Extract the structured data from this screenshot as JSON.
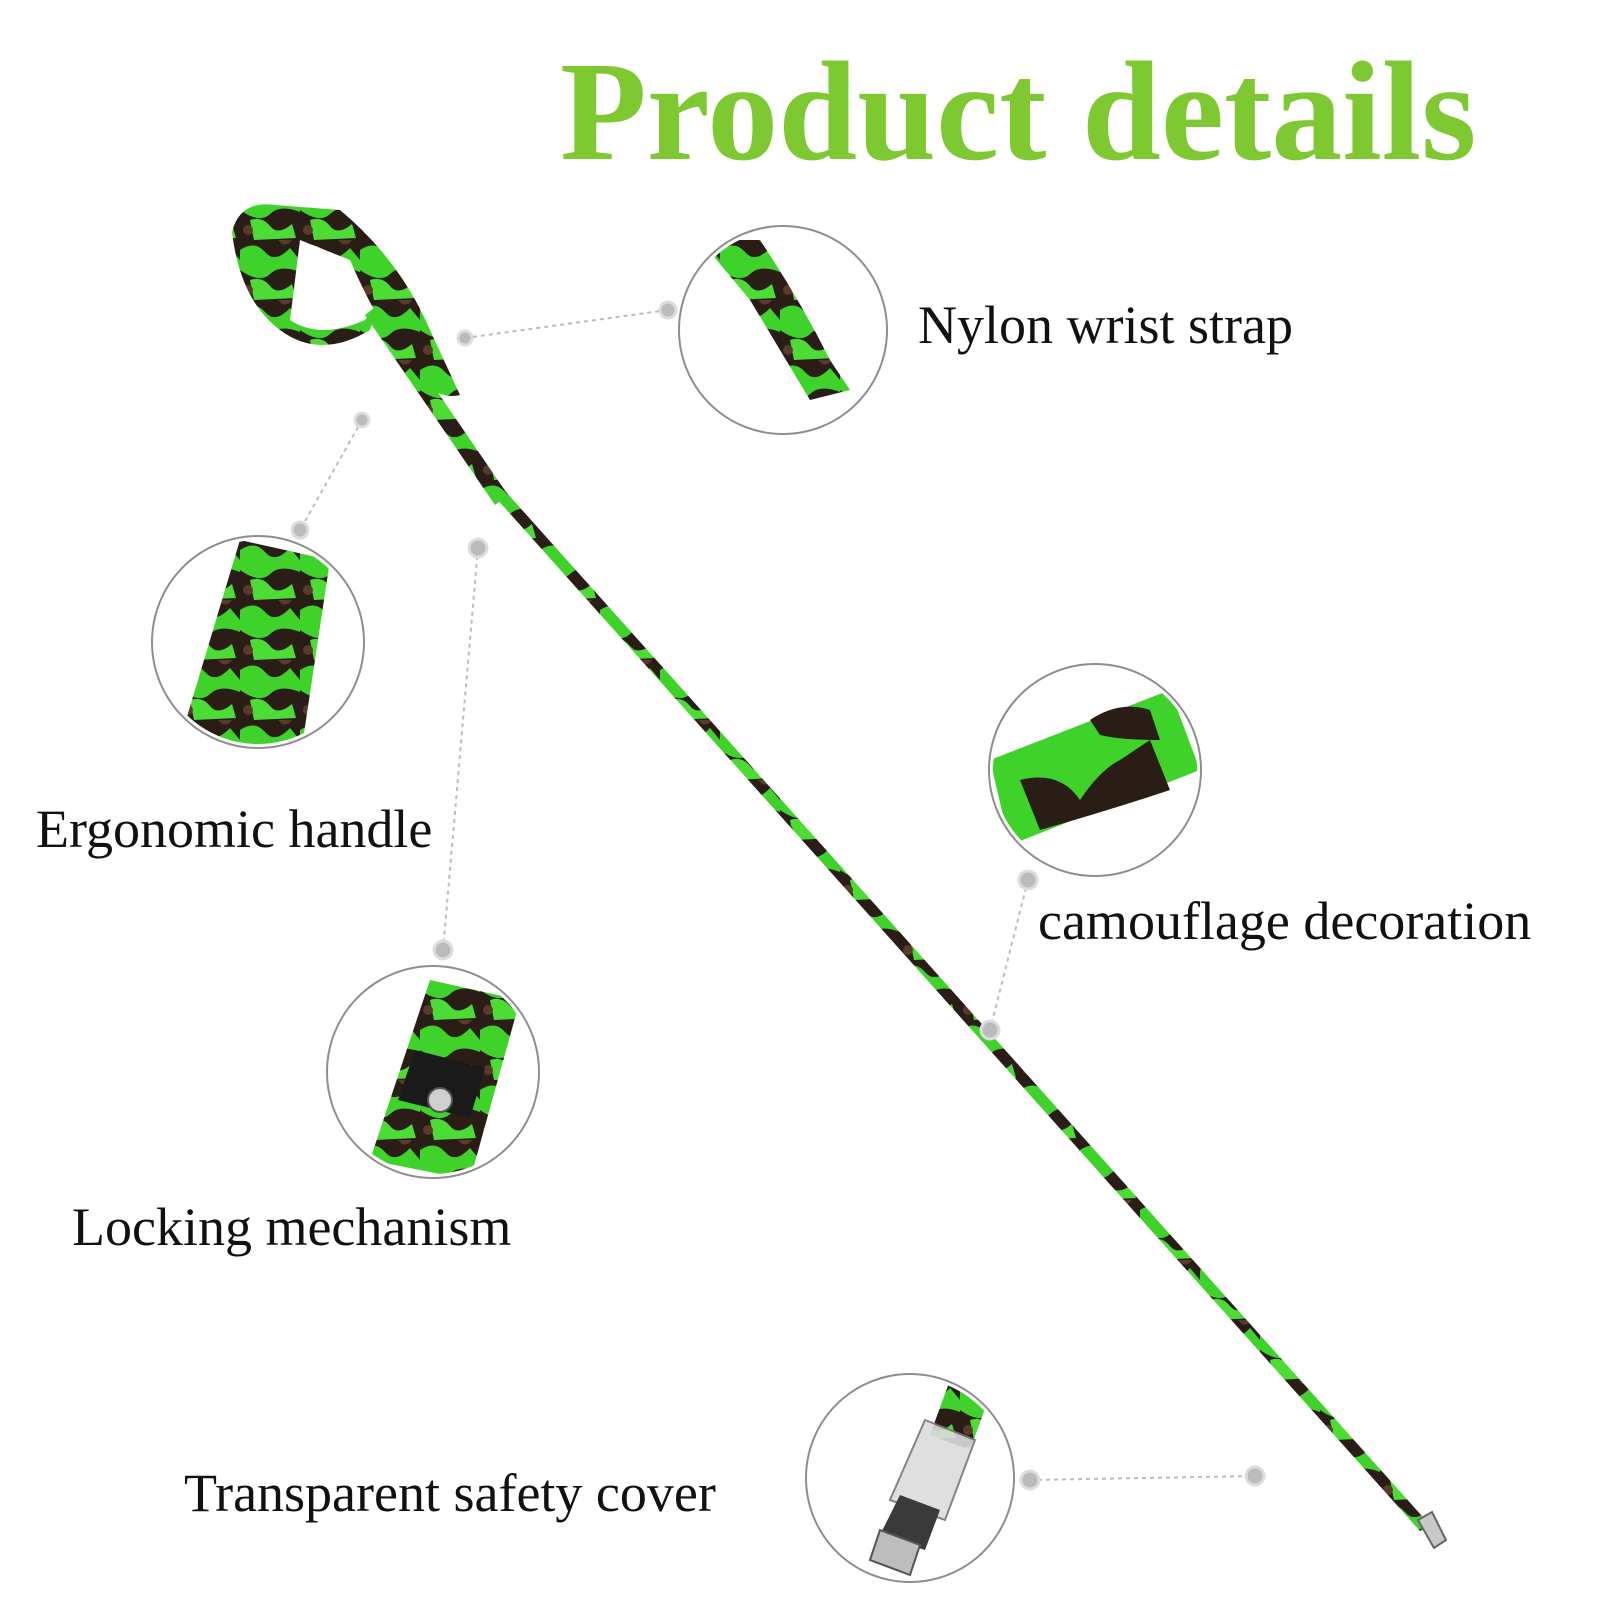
{
  "title": "Product details",
  "labels": {
    "wrist_strap": "Nylon wrist strap",
    "handle": "Ergonomic handle",
    "camouflage": "camouflage decoration",
    "locking": "Locking mechanism",
    "safety_cover": "Transparent safety cover"
  },
  "detail_icons": [
    "wrist-strap-closeup",
    "handle-closeup",
    "camouflage-closeup",
    "lock-closeup",
    "safety-cover-closeup"
  ],
  "colors": {
    "title_green": "#7ec832",
    "camo_green": "#3fd22a",
    "camo_dark": "#2a1d16",
    "camo_brown": "#5a3a2a",
    "leader_gray": "#bdbdbd"
  }
}
